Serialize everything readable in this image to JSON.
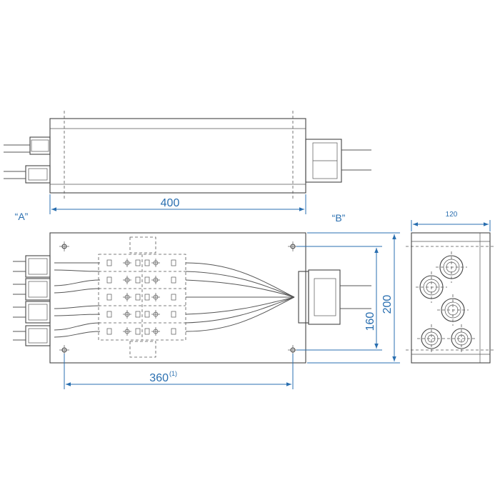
{
  "views": {
    "label_a": "“A”",
    "label_b": "“B”"
  },
  "dimensions": {
    "length_top": "400",
    "height_front": "200",
    "mount_height": "160",
    "mount_width": "360",
    "mount_width_note": "(1)",
    "depth_side": "120"
  },
  "colors": {
    "dimension": "#2a6fb0",
    "outline": "#444444"
  }
}
